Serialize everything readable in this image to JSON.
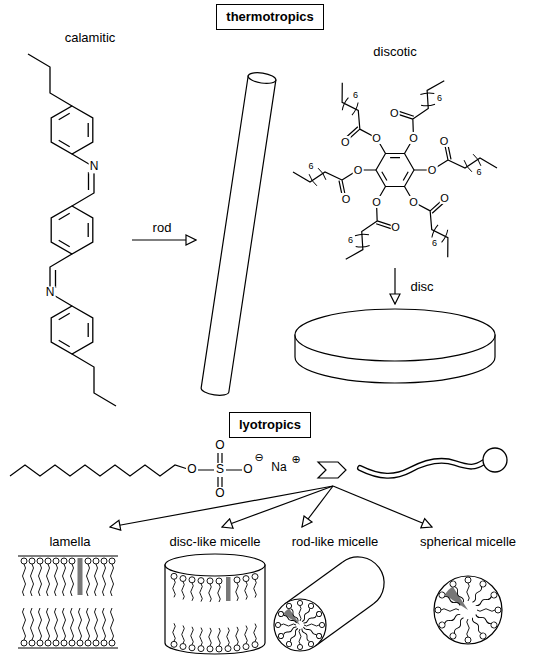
{
  "diagram": {
    "nodes": [
      {
        "text": [
          "thermotropics"
        ]
      },
      {
        "text": [
          "lyotropics"
        ]
      }
    ],
    "labels": [
      "calamitic",
      "discotic",
      "N",
      "N",
      "rod",
      "O",
      "O",
      "6",
      "O",
      "O",
      "6",
      "O",
      "O",
      "6",
      "O",
      "O",
      "6",
      "O",
      "O",
      "6",
      "O",
      "O",
      "6",
      "disc",
      "O",
      "S",
      "O",
      "O",
      "O",
      "⊖",
      "Na",
      "⊕",
      "lamella",
      "disc-like micelle",
      "rod-like micelle",
      "spherical micelle"
    ]
  }
}
